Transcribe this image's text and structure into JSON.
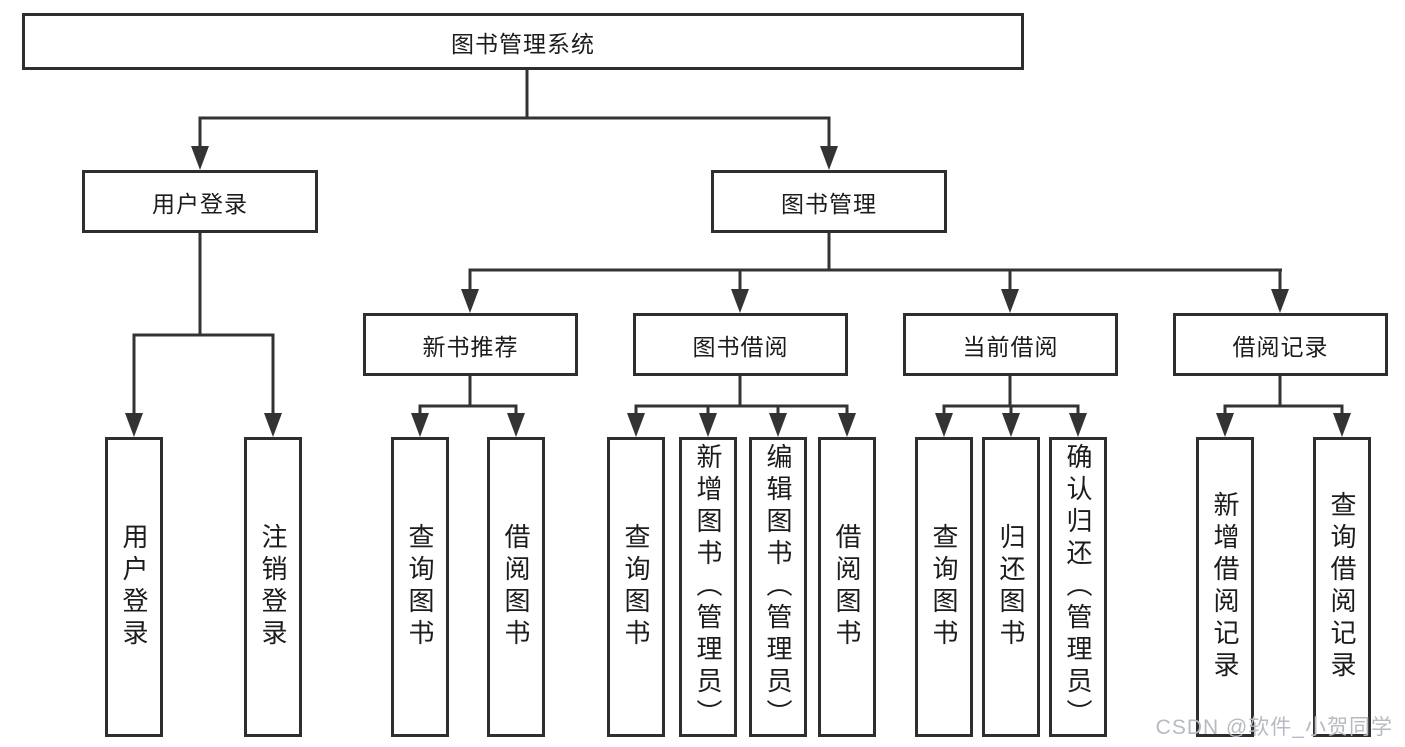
{
  "tree": {
    "root": {
      "label": "图书管理系统"
    },
    "children": [
      {
        "label": "用户登录",
        "children": [
          {
            "label": "用户登录"
          },
          {
            "label": "注销登录"
          }
        ]
      },
      {
        "label": "图书管理",
        "children": [
          {
            "label": "新书推荐",
            "children": [
              {
                "label": "查询图书"
              },
              {
                "label": "借阅图书"
              }
            ]
          },
          {
            "label": "图书借阅",
            "children": [
              {
                "label": "查询图书"
              },
              {
                "label": "新增图书（管理员）"
              },
              {
                "label": "编辑图书（管理员）"
              },
              {
                "label": "借阅图书"
              }
            ]
          },
          {
            "label": "当前借阅",
            "children": [
              {
                "label": "查询图书"
              },
              {
                "label": "归还图书"
              },
              {
                "label": "确认归还（管理员）"
              }
            ]
          },
          {
            "label": "借阅记录",
            "children": [
              {
                "label": "新增借阅记录"
              },
              {
                "label": "查询借阅记录"
              }
            ]
          }
        ]
      }
    ]
  },
  "watermark": {
    "text": "CSDN @软件_小贺同学"
  },
  "colors": {
    "line": "#333333",
    "border": "#2e2e2e",
    "text": "#1c1c1c",
    "watermark": "#b6bac1",
    "background": "#ffffff"
  }
}
